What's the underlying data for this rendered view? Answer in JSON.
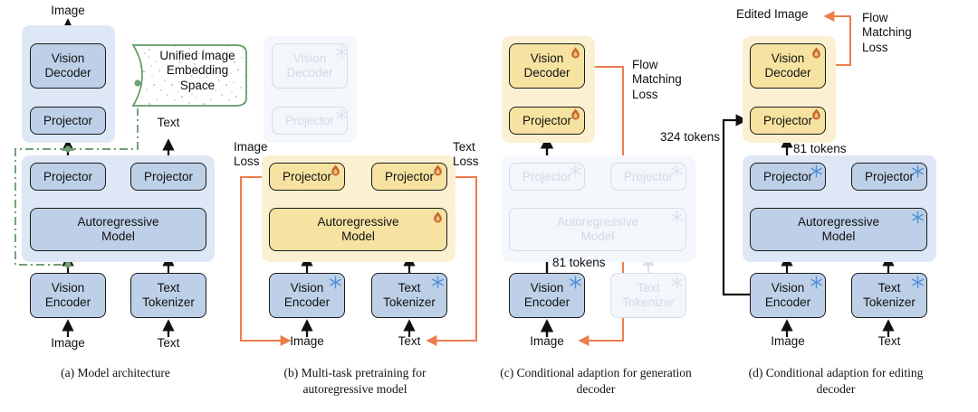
{
  "figure": {
    "title": "Unified multimodal model architecture and training stages",
    "colors": {
      "block_blue": "#bdd0e8",
      "block_yellow": "#f7e3a1",
      "group_blue": "#dee7f5",
      "group_yellow": "#fbf1d2",
      "loss_orange": "#ed7d4e",
      "embedding_green": "#5d9b63",
      "outline": "#1a1a1a"
    },
    "icons": {
      "trainable": "flame-icon",
      "frozen": "snowflake-icon"
    }
  },
  "panels": [
    {
      "id": "a",
      "caption": "(a) Model architecture",
      "blocks": {
        "vision_decoder": "Vision\nDecoder",
        "projector_decoder": "Projector",
        "projector_image": "Projector",
        "projector_text": "Projector",
        "autoregressive_model": "Autoregressive\nModel",
        "vision_encoder": "Vision\nEncoder",
        "text_tokenizer": "Text\nTokenizer"
      },
      "io": {
        "output_image": "Image",
        "output_text": "Text",
        "input_image": "Image",
        "input_text": "Text"
      },
      "embedding_space": "Unified Image\nEmbedding\nSpace"
    },
    {
      "id": "b",
      "caption": "(b) Multi-task pretraining for\nautoregressive model",
      "blocks": {
        "vision_decoder": "Vision\nDecoder",
        "projector_decoder": "Projector",
        "projector_image": "Projector",
        "projector_text": "Projector",
        "autoregressive_model": "Autoregressive\nModel",
        "vision_encoder": "Vision\nEncoder",
        "text_tokenizer": "Text\nTokenizer"
      },
      "io": {
        "input_image": "Image",
        "input_text": "Text"
      },
      "losses": {
        "image_loss": "Image\nLoss",
        "text_loss": "Text\nLoss"
      }
    },
    {
      "id": "c",
      "caption": "(c) Conditional adaption for\ngeneration decoder",
      "blocks": {
        "vision_decoder": "Vision\nDecoder",
        "projector_decoder": "Projector",
        "projector_image": "Projector",
        "projector_text": "Projector",
        "autoregressive_model": "Autoregressive\nModel",
        "vision_encoder": "Vision\nEncoder",
        "text_tokenizer": "Text\nTokenizer"
      },
      "io": {
        "input_image": "Image"
      },
      "losses": {
        "flow_matching_loss": "Flow\nMatching\nLoss"
      },
      "annotations": {
        "token_count": "81 tokens"
      }
    },
    {
      "id": "d",
      "caption": "(d) Conditional adaption for\nediting decoder",
      "blocks": {
        "vision_decoder": "Vision\nDecoder",
        "projector_decoder": "Projector",
        "projector_image": "Projector",
        "projector_text": "Projector",
        "autoregressive_model": "Autoregressive\nModel",
        "vision_encoder": "Vision\nEncoder",
        "text_tokenizer": "Text\nTokenizer"
      },
      "io": {
        "output_image": "Edited Image",
        "input_image": "Image",
        "input_text": "Text"
      },
      "losses": {
        "flow_matching_loss": "Flow\nMatching\nLoss"
      },
      "annotations": {
        "token_count_bypass": "324 tokens",
        "token_count_main": "81 tokens"
      }
    }
  ]
}
